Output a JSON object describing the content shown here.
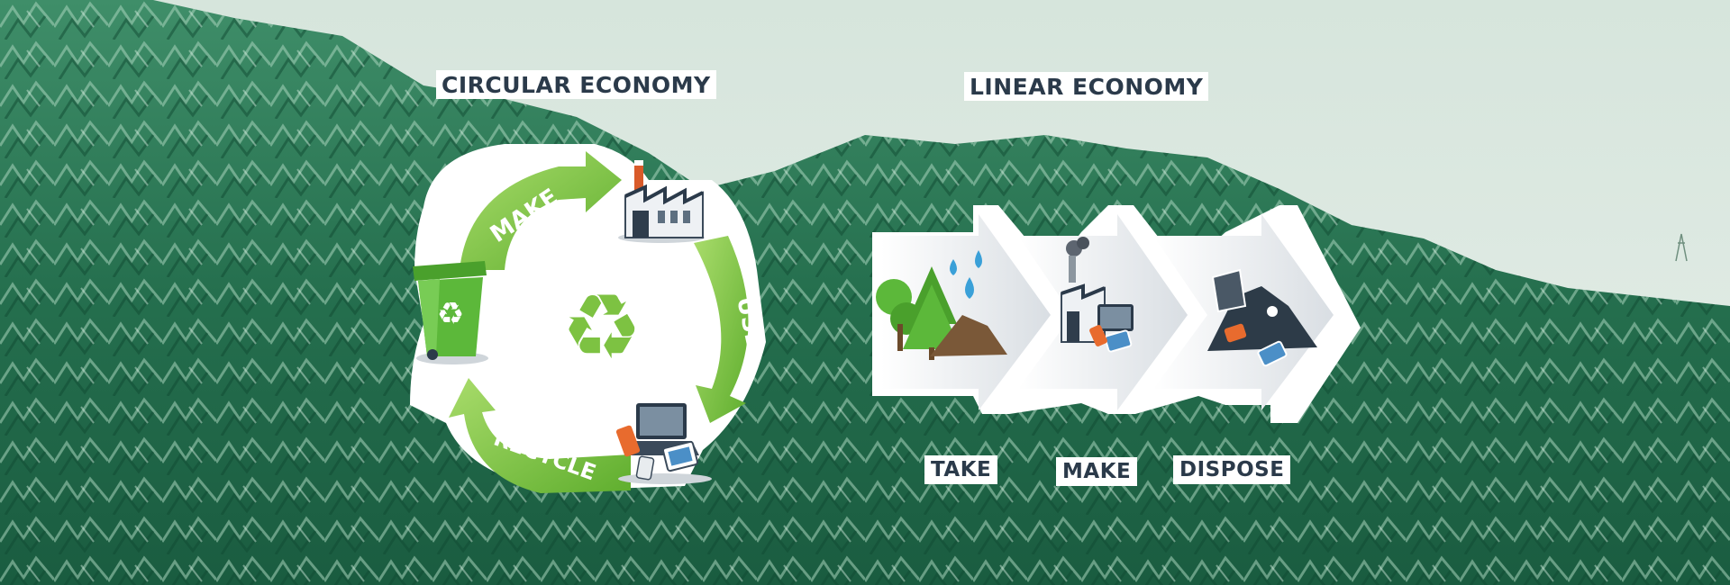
{
  "diagram": {
    "circular": {
      "title": "CIRCULAR ECONOMY",
      "stages": [
        "MAKE",
        "USE",
        "RECYCLE"
      ]
    },
    "linear": {
      "title": "LINEAR ECONOMY",
      "steps": [
        "TAKE",
        "MAKE",
        "DISPOSE"
      ]
    }
  },
  "colors": {
    "sky": "#dfe9e3",
    "landfill_dark": "#1e6e4c",
    "landfill_mid": "#3b8d66",
    "landfill_light": "#9ac9b1",
    "accent_green": "#7dc242",
    "label_text": "#2b3a4a"
  },
  "icons": [
    "factory-icon",
    "trash-bin-icon",
    "recycle-symbol-icon",
    "devices-icon",
    "trees-icon",
    "water-drops-icon",
    "soil-pile-icon",
    "waste-pile-icon"
  ]
}
